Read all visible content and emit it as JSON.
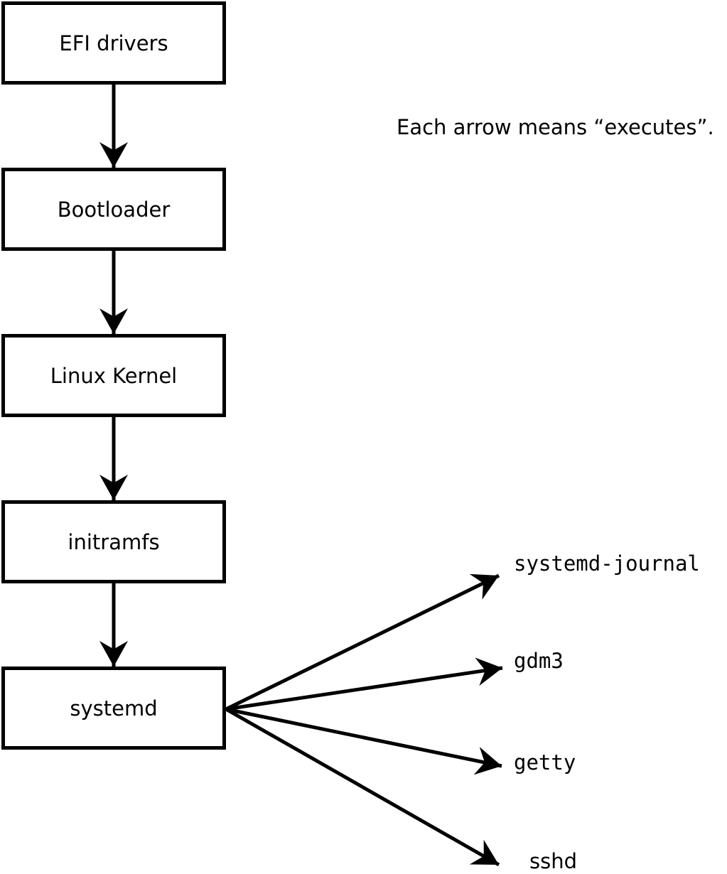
{
  "diagram": {
    "caption": "Each arrow means “executes”.",
    "chain": [
      {
        "id": "efi-drivers",
        "label": "EFI drivers"
      },
      {
        "id": "bootloader",
        "label": "Bootloader"
      },
      {
        "id": "linux-kernel",
        "label": "Linux Kernel"
      },
      {
        "id": "initramfs",
        "label": "initramfs"
      },
      {
        "id": "systemd",
        "label": "systemd"
      }
    ],
    "spawned": [
      {
        "id": "systemd-journal",
        "label": "systemd-journal",
        "font": "mono"
      },
      {
        "id": "gdm3",
        "label": "gdm3",
        "font": "mono"
      },
      {
        "id": "getty",
        "label": "getty",
        "font": "mono"
      },
      {
        "id": "sshd",
        "label": "sshd",
        "font": "sans"
      }
    ],
    "edges": [
      {
        "from": "EFI drivers",
        "to": "Bootloader",
        "meaning": "executes"
      },
      {
        "from": "Bootloader",
        "to": "Linux Kernel",
        "meaning": "executes"
      },
      {
        "from": "Linux Kernel",
        "to": "initramfs",
        "meaning": "executes"
      },
      {
        "from": "initramfs",
        "to": "systemd",
        "meaning": "executes"
      },
      {
        "from": "systemd",
        "to": "systemd-journal",
        "meaning": "executes"
      },
      {
        "from": "systemd",
        "to": "gdm3",
        "meaning": "executes"
      },
      {
        "from": "systemd",
        "to": "getty",
        "meaning": "executes"
      },
      {
        "from": "systemd",
        "to": "sshd",
        "meaning": "executes"
      }
    ],
    "colors": {
      "ink": "#000000",
      "background": "#ffffff",
      "box_fill": "#ffffff"
    }
  }
}
